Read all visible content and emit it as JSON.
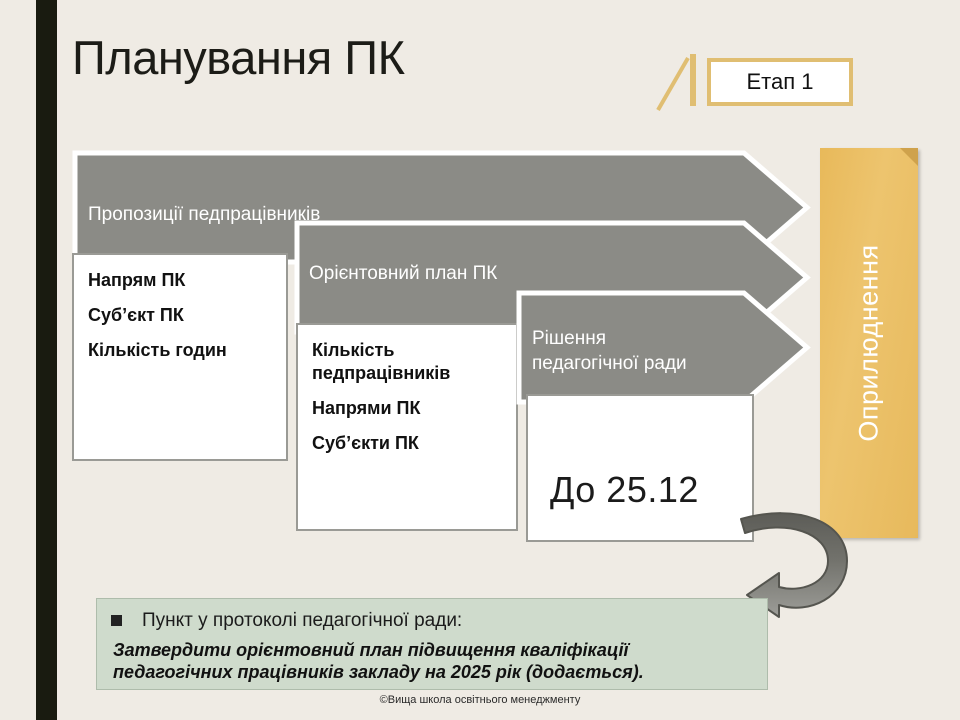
{
  "slide": {
    "title": "Планування ПК",
    "stage_badge": "Етап 1",
    "background_color": "#efebe4",
    "accent_bar_color": "#191b10",
    "chevron_color": "#8b8b86",
    "gold_color": "#e8b95a",
    "note_color": "#cfdbcc"
  },
  "steps": [
    {
      "header": "Пропозиції педпрацівників",
      "items": [
        "Напрям ПК",
        "Суб’єкт ПК",
        "Кількість годин"
      ]
    },
    {
      "header": "Орієнтовний план ПК",
      "items": [
        "Кількість\nпедпрацівників",
        "Напрями ПК",
        "Суб’єкти ПК"
      ]
    },
    {
      "header": "Рішення\nпедагогічної ради",
      "deadline": "До 25.12"
    }
  ],
  "banner": {
    "label": "Оприлюднення"
  },
  "note": {
    "heading": "Пункт у протоколі  педагогічної ради:",
    "body": "Затвердити орієнтовний план підвищення кваліфікації педагогічних працівників закладу на 2025 рік (додається)."
  },
  "footer": {
    "copyright": "©Вища школа освітнього менеджменту"
  }
}
